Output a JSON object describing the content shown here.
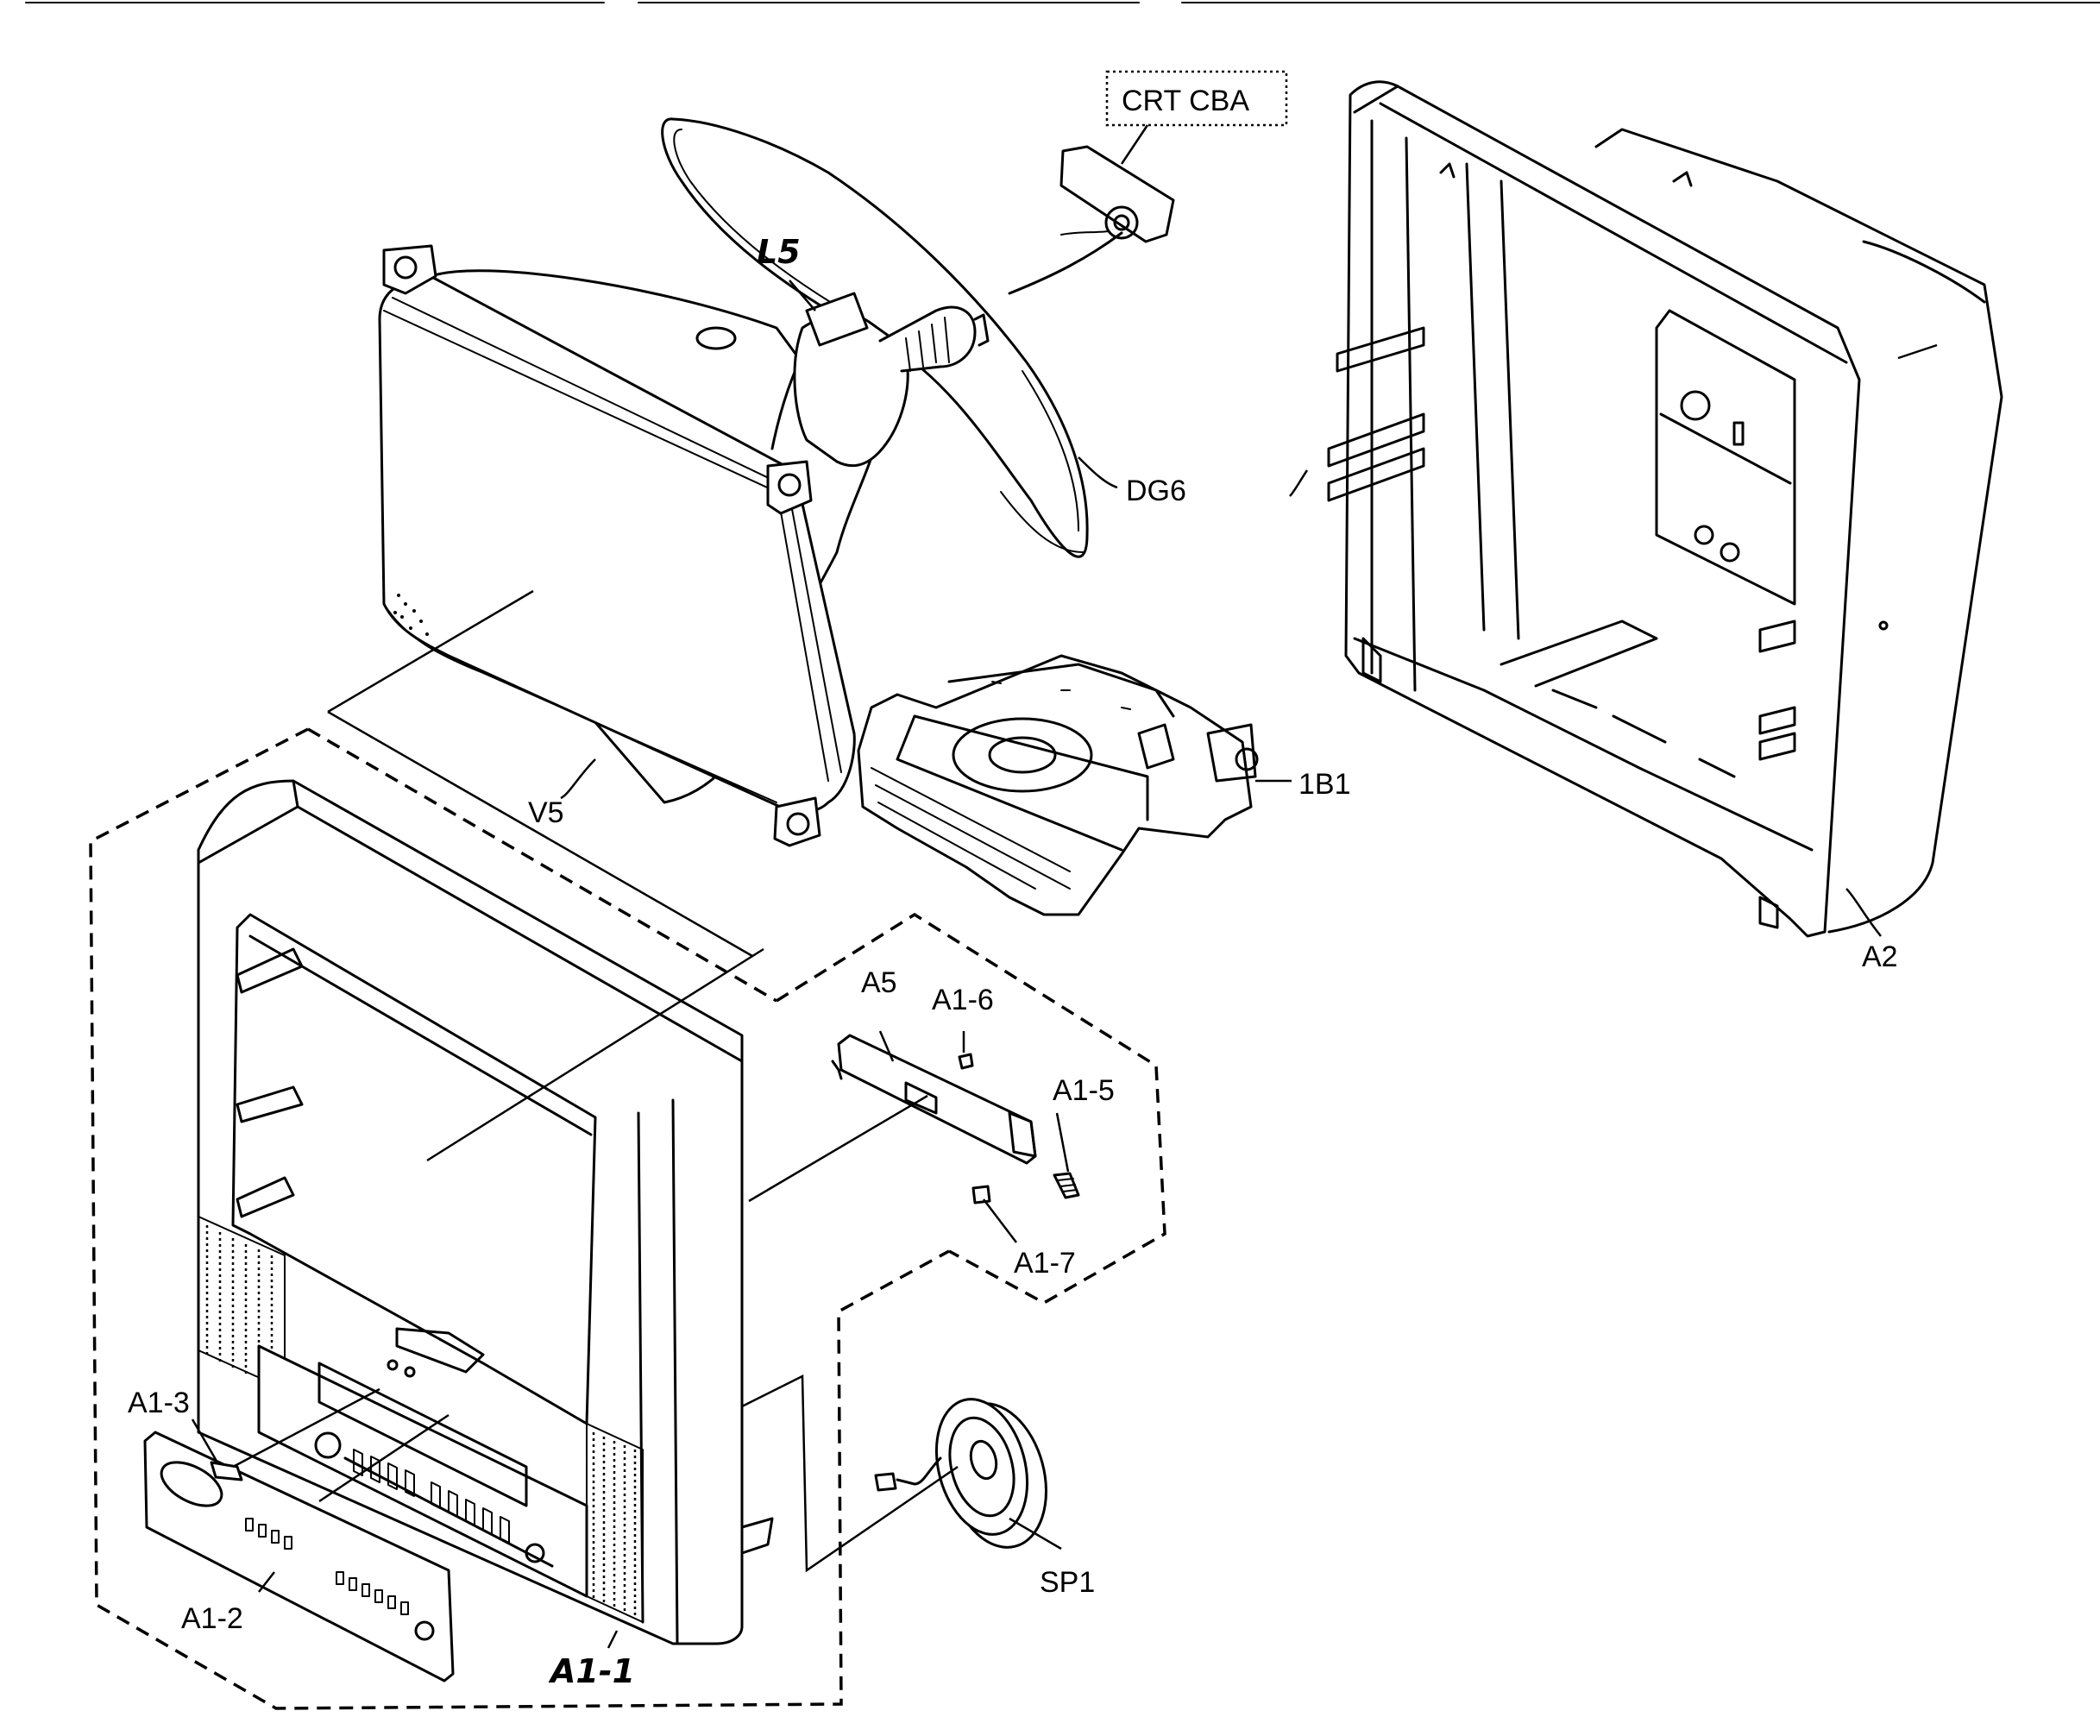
{
  "labels": {
    "crt_cba": "CRT CBA",
    "l5": "L5",
    "dg6": "DG6",
    "v5": "V5",
    "b1": "1B1",
    "a2": "A2",
    "a5": "A5",
    "a1_6": "A1-6",
    "a1_5": "A1-5",
    "a1_7": "A1-7",
    "a1_3": "A1-3",
    "a1_2": "A1-2",
    "a1_1": "A1-1",
    "sp1": "SP1"
  }
}
